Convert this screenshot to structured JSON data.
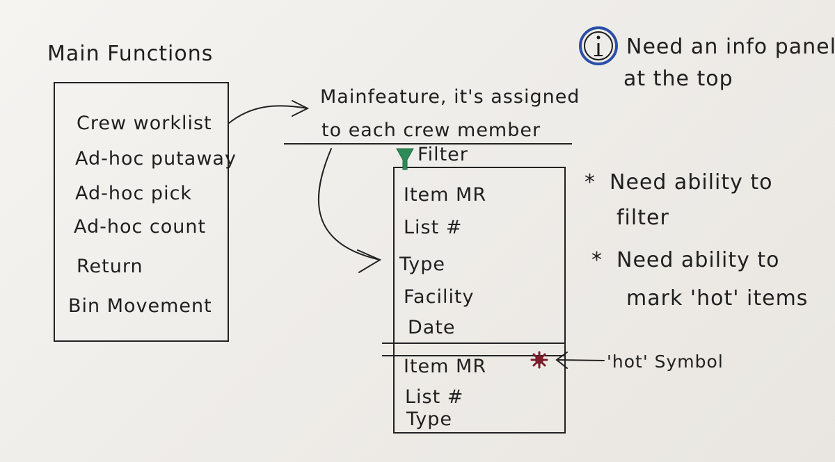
{
  "main_functions": {
    "title": "Main Functions",
    "items": [
      "Crew worklist",
      "Ad-hoc putaway",
      "Ad-hoc pick",
      "Ad-hoc count",
      "Return",
      "Bin Movement"
    ]
  },
  "main_feature_note": {
    "line1": "Mainfeature, it's assigned",
    "line2": "to each crew member"
  },
  "filter": {
    "icon": "funnel-icon",
    "label": "Filter",
    "fields": [
      "Item MR",
      "List #",
      "Type",
      "Facility",
      "Date"
    ]
  },
  "result_item": {
    "fields": [
      "Item MR",
      "List #",
      "Type"
    ],
    "hot_icon": "hot-symbol-icon"
  },
  "hot_symbol_note": "'hot' Symbol",
  "info_note": {
    "icon": "info-icon",
    "line1": "Need an info panel",
    "line2": "at the top"
  },
  "requirements": [
    {
      "marker": "*",
      "line1": "Need ability to",
      "line2": "filter"
    },
    {
      "marker": "*",
      "line1": "Need ability to",
      "line2": "mark 'hot' items"
    }
  ],
  "colors": {
    "ink": "#1f1f1f",
    "funnel": "#2e8b57",
    "hot": "#7a1e2c",
    "info": "#2a4fa8"
  }
}
